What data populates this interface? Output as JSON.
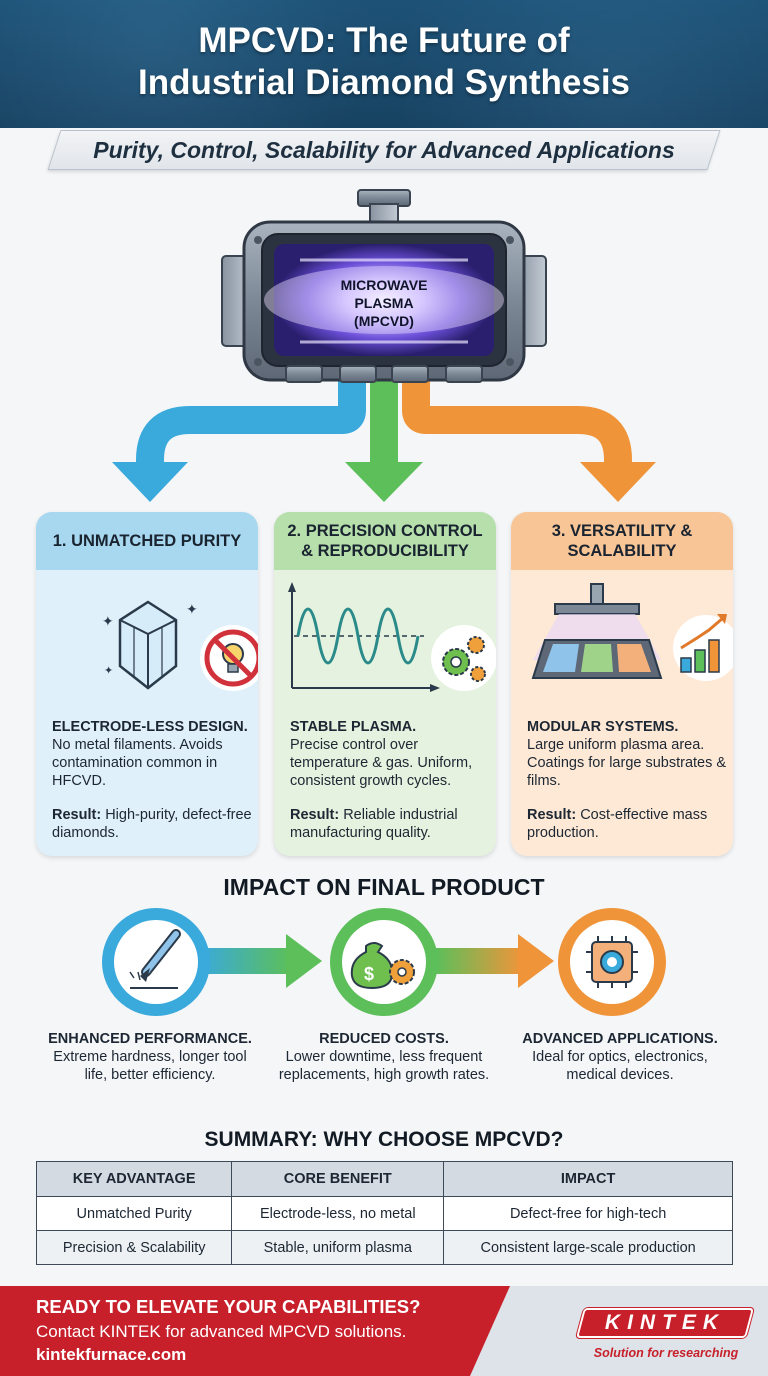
{
  "header": {
    "title_line1": "MPCVD: The Future of",
    "title_line2": "Industrial Diamond Synthesis",
    "subtitle": "Purity, Control, Scalability for Advanced Applications"
  },
  "chamber": {
    "label_line1": "MICROWAVE",
    "label_line2": "PLASMA",
    "label_line3": "(MPCVD)"
  },
  "pillars": [
    {
      "heading": "1. UNMATCHED PURITY",
      "lead": "ELECTRODE-LESS DESIGN.",
      "body": "No metal filaments. Avoids contamination common in HFCVD.",
      "result_label": "Result:",
      "result": "High-purity, defect-free diamonds.",
      "icons": [
        "diamond-crystal-icon",
        "no-filament-bulb-icon"
      ]
    },
    {
      "heading": "2. PRECISION CONTROL & REPRODUCIBILITY",
      "lead": "STABLE PLASMA.",
      "body": "Precise control over temperature & gas. Uniform, consistent growth cycles.",
      "result_label": "Result:",
      "result": "Reliable industrial manufacturing quality.",
      "icons": [
        "sine-wave-graph-icon",
        "gears-icon"
      ]
    },
    {
      "heading": "3. VERSATILITY & SCALABILITY",
      "lead": "MODULAR SYSTEMS.",
      "body": "Large uniform plasma area. Coatings for large substrates & films.",
      "result_label": "Result:",
      "result": "Cost-effective mass production.",
      "icons": [
        "substrate-plate-icon",
        "growth-chart-icon"
      ]
    }
  ],
  "impact": {
    "title": "IMPACT ON FINAL PRODUCT",
    "items": [
      {
        "lead": "ENHANCED PERFORMANCE.",
        "body": "Extreme hardness, longer tool life, better efficiency.",
        "icon": "cutting-tool-icon"
      },
      {
        "lead": "REDUCED COSTS.",
        "body": "Lower downtime, less frequent replacements, high growth rates.",
        "icon": "money-bag-gear-icon"
      },
      {
        "lead": "ADVANCED APPLICATIONS.",
        "body": "Ideal for optics, electronics, medical devices.",
        "icon": "microchip-icon"
      }
    ]
  },
  "summary": {
    "title": "SUMMARY: WHY CHOOSE MPCVD?",
    "headers": [
      "KEY ADVANTAGE",
      "CORE BENEFIT",
      "IMPACT"
    ],
    "rows": [
      [
        "Unmatched Purity",
        "Electrode-less, no metal",
        "Defect-free for high-tech"
      ],
      [
        "Precision & Scalability",
        "Stable, uniform plasma",
        "Consistent large-scale production"
      ]
    ]
  },
  "footer": {
    "cta_heading": "READY TO ELEVATE YOUR CAPABILITIES?",
    "cta_text": "Contact KINTEK for advanced MPCVD solutions.",
    "website": "kintekfurnace.com",
    "logo_text": "KINTEK",
    "tagline": "Solution for researching"
  },
  "colors": {
    "header_blue": "#1b4f73",
    "blue": "#3aa9dc",
    "green": "#5cbf5a",
    "orange": "#f0943a",
    "red": "#c8202b"
  }
}
